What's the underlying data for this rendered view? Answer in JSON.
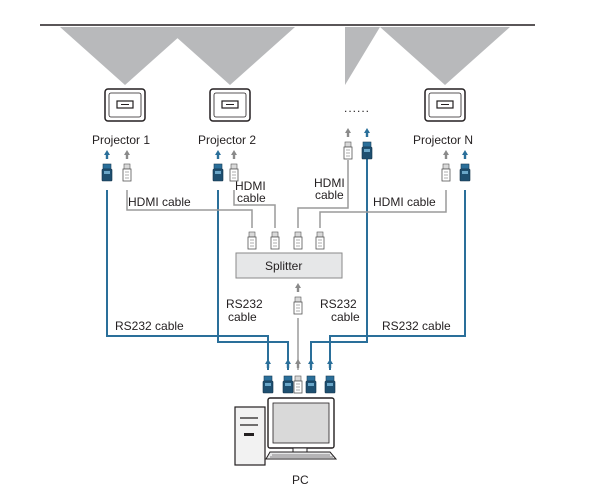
{
  "projectors": [
    "Projector 1",
    "Projector 2",
    "Projector N"
  ],
  "ellipsis": "......",
  "cables": {
    "hdmi_1": "HDMI cable",
    "hdmi_2_line1": "HDMI",
    "hdmi_2_line2": "cable",
    "hdmi_3_line1": "HDMI",
    "hdmi_3_line2": "cable",
    "hdmi_n": "HDMI cable",
    "rs232_1": "RS232 cable",
    "rs232_2_line1": "RS232",
    "rs232_2_line2": "cable",
    "rs232_3_line1": "RS232",
    "rs232_3_line2": "cable",
    "rs232_n": "RS232 cable"
  },
  "splitter": "Splitter",
  "pc": "PC",
  "colors": {
    "rs232": "#2a6f9a",
    "hdmi": "#9a9a9a",
    "beam": "#b8b9bb",
    "outline": "#231f20"
  }
}
